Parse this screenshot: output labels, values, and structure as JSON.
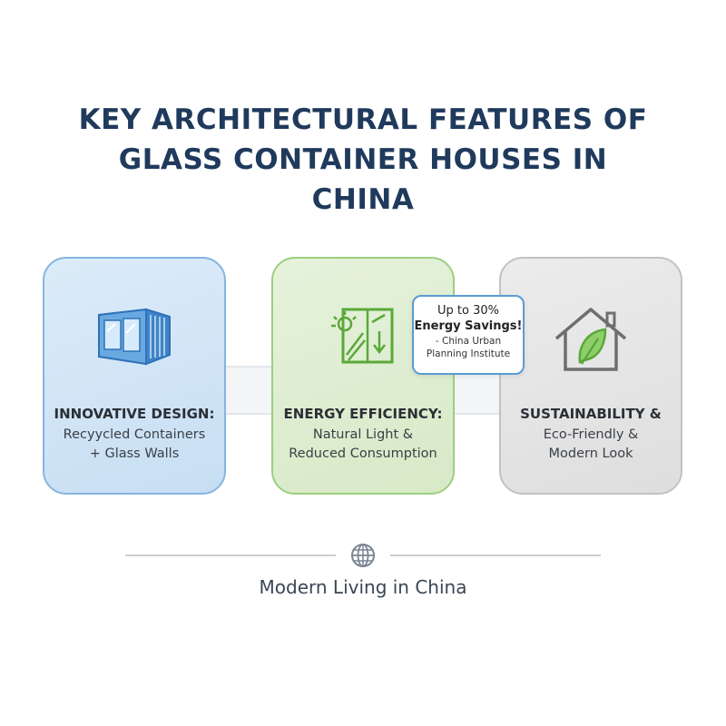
{
  "title": {
    "line1": "KEY ARCHITECTURAL FEATURES OF",
    "line2": "GLASS CONTAINER HOUSES IN",
    "line3": "CHINA"
  },
  "cards": [
    {
      "title": "INNOVATIVE DESIGN:",
      "body_line1": "Recyycled Containers",
      "body_line2": "+ Glass Walls",
      "icon": "shipping-container-icon",
      "accent": "#86b5e0"
    },
    {
      "title": "ENERGY EFFICIENCY:",
      "body_line1": "Natural Light &",
      "body_line2": "Reduced Consumption",
      "icon": "solar-window-icon",
      "accent": "#9ccf7e"
    },
    {
      "title": "SUSTAINABILITY &",
      "body_line1": "Eco-Friendly &",
      "body_line2": "Modern Look",
      "icon": "eco-house-icon",
      "accent": "#c2c2c2"
    }
  ],
  "callout": {
    "line1": "Up to 30%",
    "line2": "Energy Savings!",
    "source_line1": "- China Urban",
    "source_line2": "Planning Institute",
    "border_color": "#5b9bd5"
  },
  "footer": {
    "text": "Modern Living in China",
    "icon": "globe-icon"
  }
}
